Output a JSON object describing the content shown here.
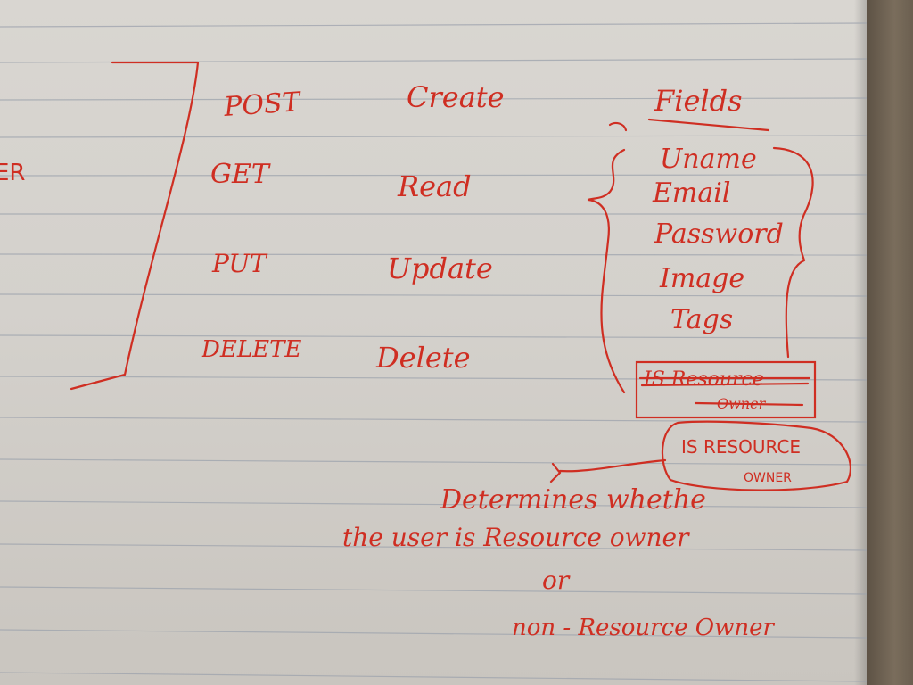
{
  "left_fragment": "ER",
  "methods": [
    "POST",
    "GET",
    "PUT",
    "DELETE"
  ],
  "operations": [
    "Create",
    "Read",
    "Update",
    "Delete"
  ],
  "fields_heading": "Fields",
  "fields": [
    "Uname",
    "Email",
    "Password",
    "Image",
    "Tags"
  ],
  "crossed_out": [
    "IS Resource",
    "Owner"
  ],
  "circled_field": [
    "IS RESOURCE",
    "OWNER"
  ],
  "note_lines": [
    "Determines whethe",
    "the user is Resource owner",
    "or",
    "non - Resource Owner"
  ],
  "colors": {
    "ink": "#cf2e22",
    "paper": "#d6d3ce",
    "rule": "#9da3ad",
    "desk": "#6e6253"
  }
}
